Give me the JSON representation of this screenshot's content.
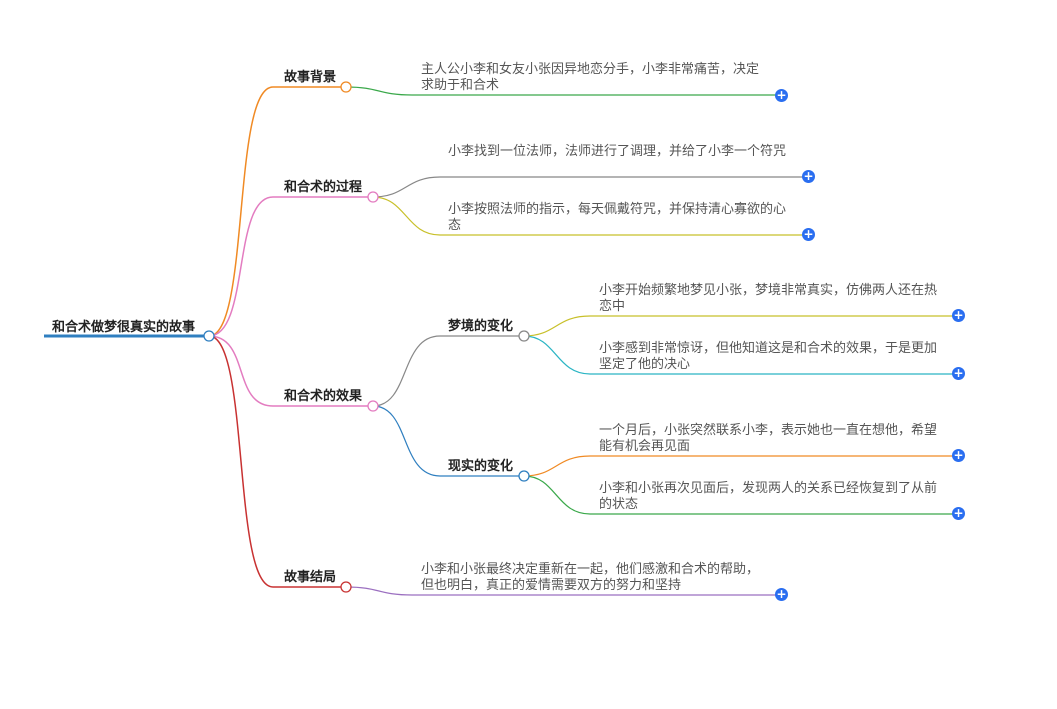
{
  "mindmap": {
    "root": "和合术做梦很真实的故事",
    "branches": [
      {
        "label": "故事背景",
        "color": "#f08a24",
        "leaves": [
          {
            "text": "主人公小李和女友小张因异地恋分手，小李非常痛苦，决定求助于和合术",
            "color": "#3aa84a"
          }
        ]
      },
      {
        "label": "和合术的过程",
        "color": "#e37cc0",
        "leaves": [
          {
            "text": "小李找到一位法师，法师进行了调理，并给了小李一个符咒",
            "color": "#888888"
          },
          {
            "text": "小李按照法师的指示，每天佩戴符咒，并保持清心寡欲的心态",
            "color": "#c8c02a"
          }
        ]
      },
      {
        "label": "和合术的效果",
        "color": "#e37cc0",
        "children": [
          {
            "label": "梦境的变化",
            "color": "#888888",
            "leaves": [
              {
                "text": "小李开始频繁地梦见小张，梦境非常真实，仿佛两人还在热恋中",
                "color": "#c8c02a"
              },
              {
                "text": "小李感到非常惊讶，但他知道这是和合术的效果，于是更加坚定了他的决心",
                "color": "#2bb5c4"
              }
            ]
          },
          {
            "label": "现实的变化",
            "color": "#2f7fc0",
            "leaves": [
              {
                "text": "一个月后，小张突然联系小李，表示她也一直在想他，希望能有机会再见面",
                "color": "#f08a24"
              },
              {
                "text": "小李和小张再次见面后，发现两人的关系已经恢复到了从前的状态",
                "color": "#3aa84a"
              }
            ]
          }
        ]
      },
      {
        "label": "故事结局",
        "color": "#c83232",
        "leaves": [
          {
            "text": "小李和小张最终决定重新在一起，他们感激和合术的帮助，但也明白，真正的爱情需要双方的努力和坚持",
            "color": "#9b6fc0"
          }
        ]
      }
    ],
    "expand_symbol": "+",
    "root_color": "#2f7fc0"
  }
}
